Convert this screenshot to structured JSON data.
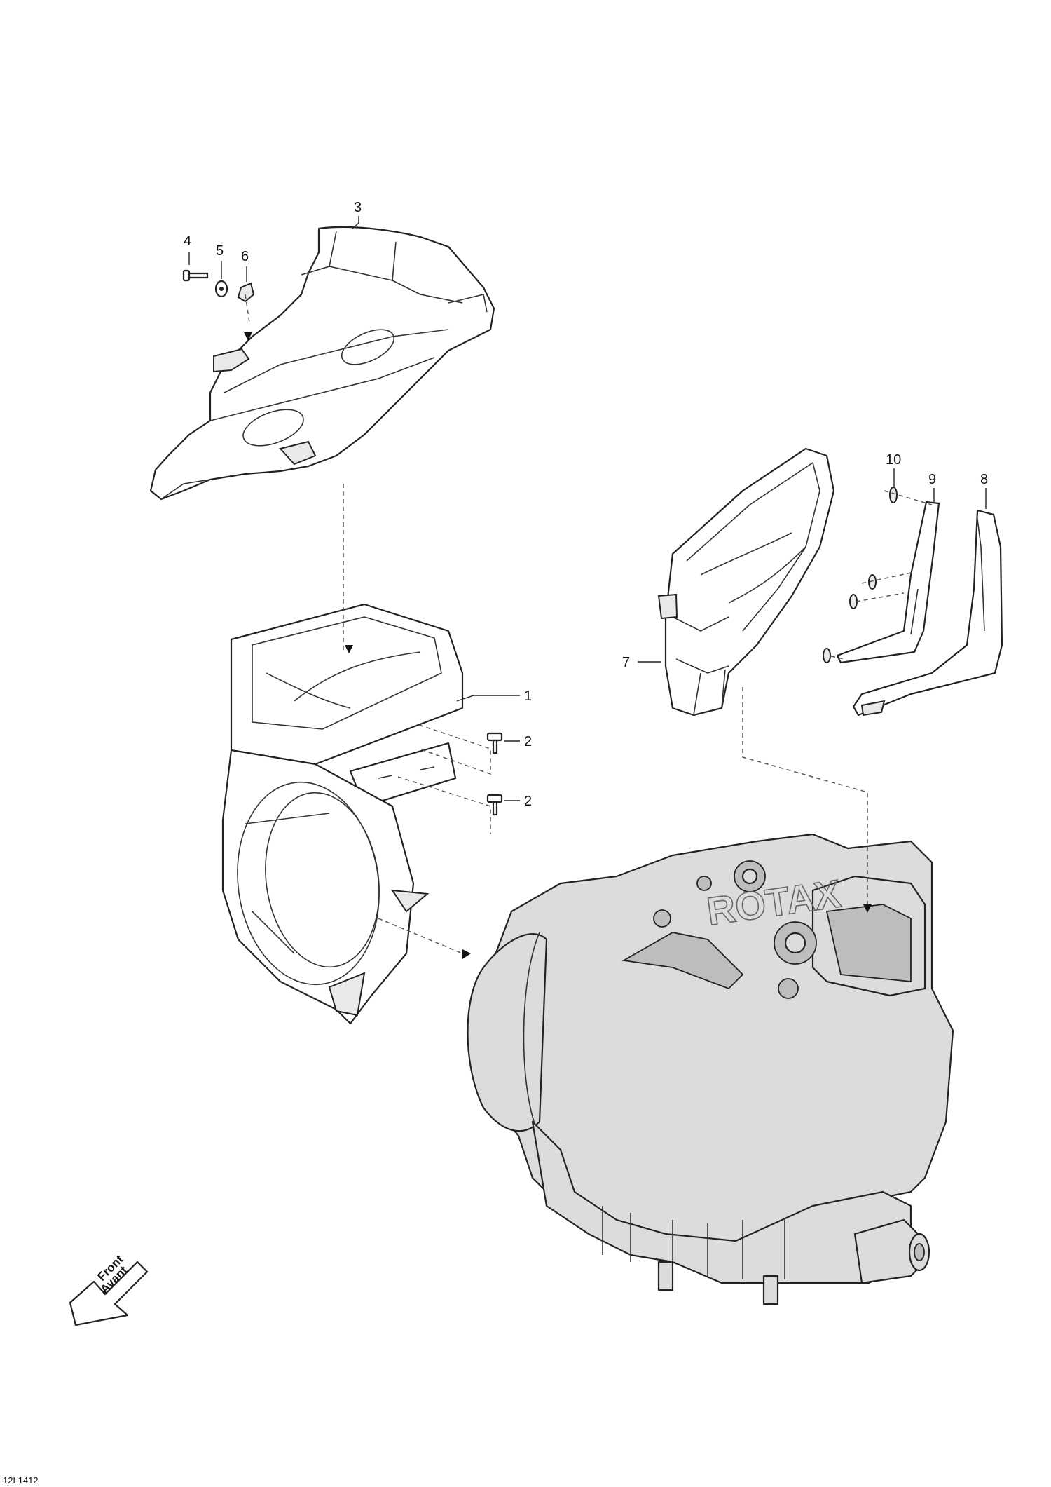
{
  "diagram": {
    "callouts": [
      "1",
      "2",
      "2",
      "3",
      "4",
      "5",
      "6",
      "7",
      "8",
      "9",
      "10"
    ],
    "direction_label": {
      "line1": "Front",
      "line2": "Avant"
    },
    "engine_marking": "ROTAX",
    "drawing_code": "12L1412"
  }
}
